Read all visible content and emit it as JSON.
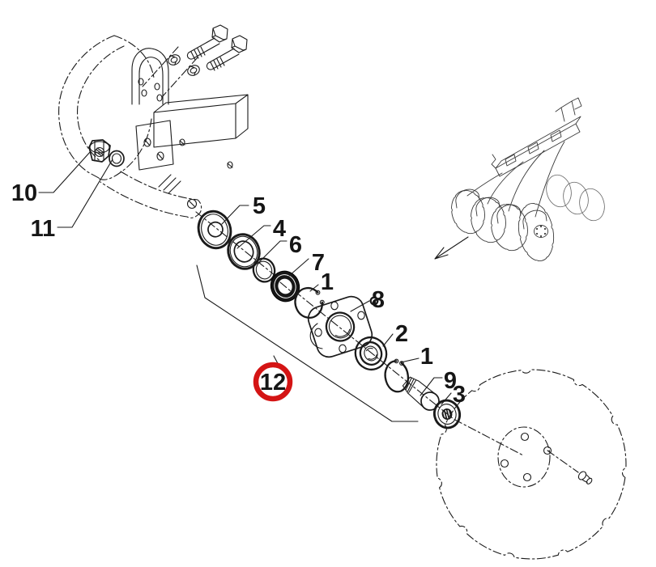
{
  "diagram": {
    "background_color": "#ffffff",
    "line_color": "#1a1a1a",
    "highlight_color": "#d41414",
    "callouts": {
      "nut": "10",
      "washer": "11",
      "disc_washer": "5",
      "seal_ring": "4",
      "spacer": "6",
      "oil_seal": "7",
      "snap_ring_front": "1",
      "hub_flange": "8",
      "bearing": "2",
      "snap_ring_rear": "1",
      "stub_shaft": "9",
      "end_cap": "3",
      "hub_assembly": "12"
    }
  }
}
